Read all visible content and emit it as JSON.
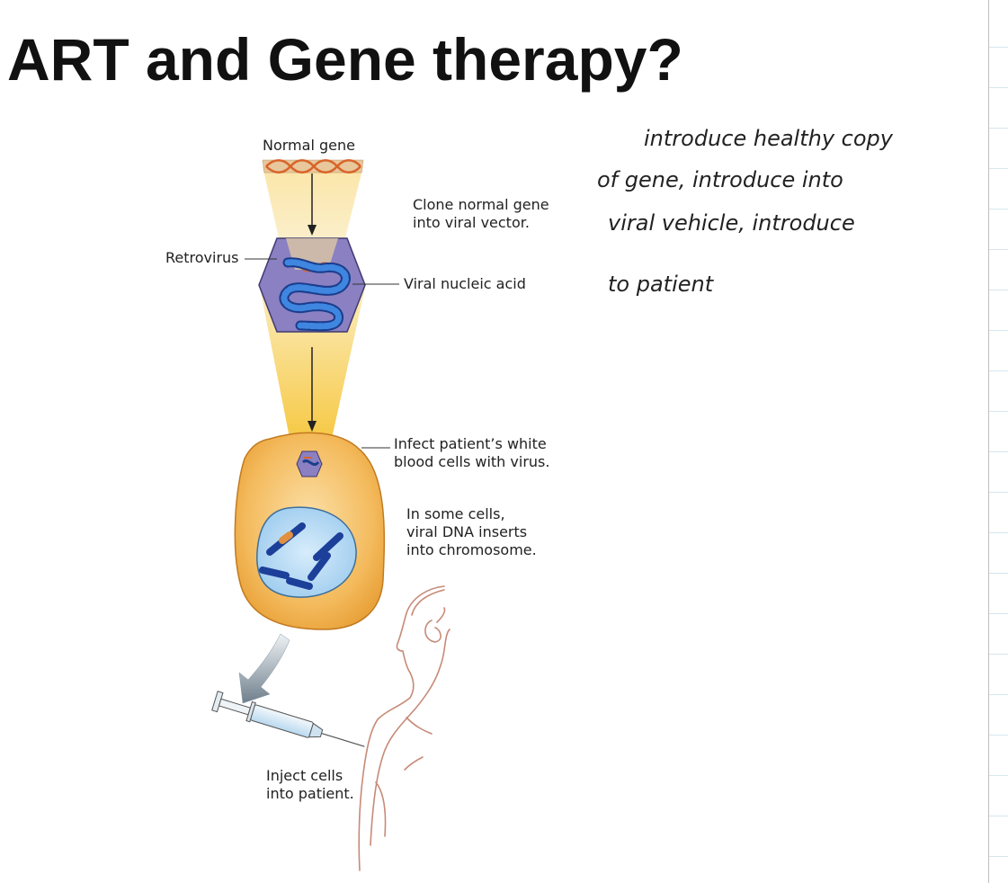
{
  "slide": {
    "title": "ART and Gene therapy?"
  },
  "diagram": {
    "labels": {
      "normal_gene": "Normal gene",
      "clone": [
        "Clone normal gene",
        "into viral vector."
      ],
      "retrovirus": "Retrovirus",
      "viral_nucleic_acid": "Viral nucleic acid",
      "infect": [
        "Infect patient’s white",
        "blood cells with virus."
      ],
      "insert": [
        "In some cells,",
        "viral DNA inserts",
        "into chromosome."
      ],
      "inject": [
        "Inject cells",
        "into patient."
      ]
    }
  },
  "handwritten_note": {
    "lines": [
      "introduce healthy copy",
      "of gene, introduce into",
      "viral vehicle, introduce",
      "to patient"
    ]
  },
  "colors": {
    "beam": "#f9d57a",
    "cell": "#f0b050",
    "nucleus": "#a9d4ef",
    "virus_capsid": "#8d84c4",
    "dna": "#2060c0",
    "gene": "#e07030"
  }
}
